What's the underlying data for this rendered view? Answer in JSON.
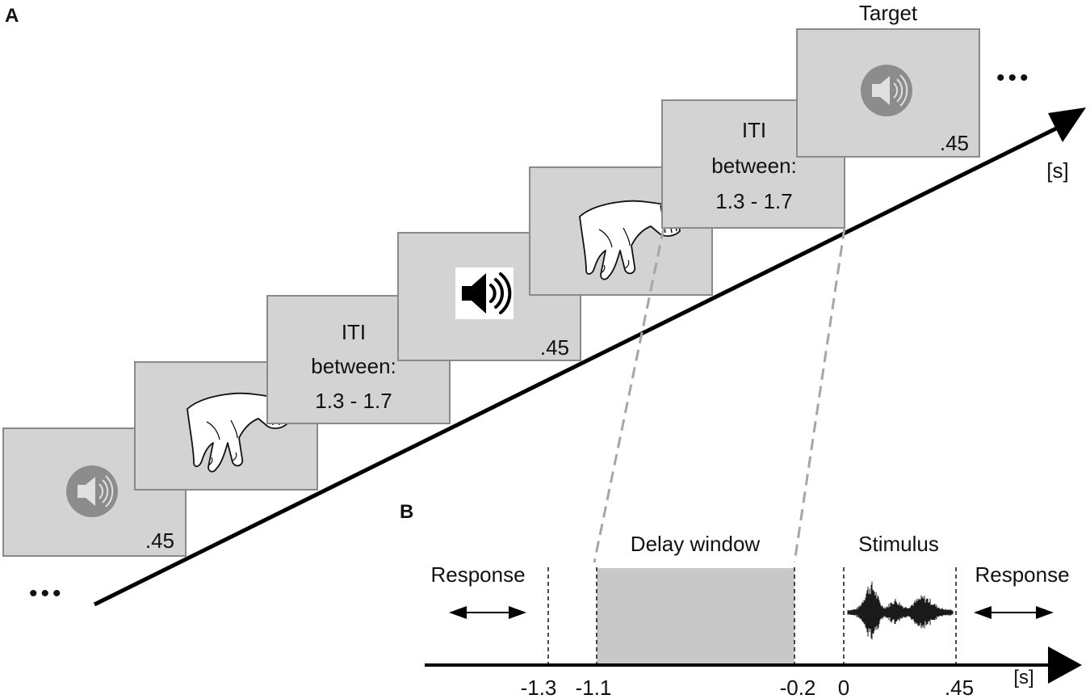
{
  "panel_a": {
    "label": "A",
    "target_label": "Target",
    "time_unit": "[s]",
    "ellipsis": "•••",
    "screens": [
      {
        "kind": "sound-grey",
        "duration": ".45"
      },
      {
        "kind": "hand",
        "duration": ""
      },
      {
        "kind": "iti",
        "lines": [
          "ITI",
          "between:",
          "1.3 - 1.7"
        ],
        "duration": ""
      },
      {
        "kind": "sound-black",
        "duration": ".45"
      },
      {
        "kind": "hand",
        "duration": ""
      },
      {
        "kind": "iti",
        "lines": [
          "ITI",
          "between:",
          "1.3 - 1.7"
        ],
        "duration": ""
      },
      {
        "kind": "sound-grey",
        "duration": ".45"
      }
    ]
  },
  "panel_b": {
    "label": "B",
    "delay_window_label": "Delay window",
    "stimulus_label": "Stimulus",
    "response_left_label": "Response",
    "response_right_label": "Response",
    "time_unit": "[s]",
    "ticks": [
      "-1.3",
      "-1.1",
      "-0.2",
      "0",
      ".45"
    ]
  },
  "colors": {
    "screen_fill": "#d3d3d3",
    "screen_border": "#8a8a8a",
    "delay_fill": "#c8c8c8",
    "icon_grey": "#8c8c8c",
    "dash_grey": "#a6a6a6"
  }
}
